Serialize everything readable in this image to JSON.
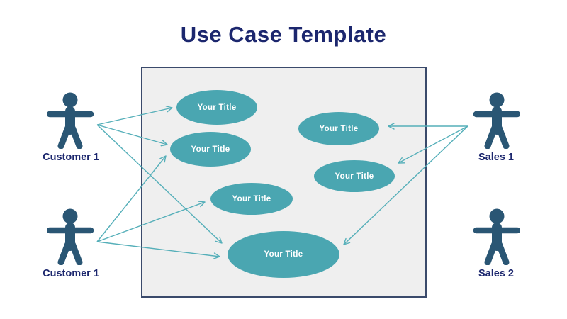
{
  "title": "Use Case Template",
  "colors": {
    "title_navy": "#1c276e",
    "actor_blue": "#2a5674",
    "usecase_teal": "#4aa6b1",
    "arrow_teal": "#55afb9",
    "boundary_border": "#3a4a6b",
    "boundary_fill": "#efefef"
  },
  "actors": [
    {
      "id": "customer-1-top",
      "label": "Customer 1",
      "side": "left"
    },
    {
      "id": "customer-1-bottom",
      "label": "Customer 1",
      "side": "left"
    },
    {
      "id": "sales-1",
      "label": "Sales 1",
      "side": "right"
    },
    {
      "id": "sales-2",
      "label": "Sales 2",
      "side": "right"
    }
  ],
  "use_cases": [
    {
      "id": "uc-1",
      "label": "Your Title"
    },
    {
      "id": "uc-2",
      "label": "Your Title"
    },
    {
      "id": "uc-3",
      "label": "Your Title"
    },
    {
      "id": "uc-4",
      "label": "Your Title"
    },
    {
      "id": "uc-5",
      "label": "Your Title"
    },
    {
      "id": "uc-6",
      "label": "Your Title"
    }
  ],
  "connections": [
    {
      "from": "customer-1-top",
      "to": "uc-1"
    },
    {
      "from": "customer-1-top",
      "to": "uc-2"
    },
    {
      "from": "customer-1-top",
      "to": "uc-6"
    },
    {
      "from": "customer-1-bottom",
      "to": "uc-2"
    },
    {
      "from": "customer-1-bottom",
      "to": "uc-5"
    },
    {
      "from": "customer-1-bottom",
      "to": "uc-6"
    },
    {
      "from": "sales-1",
      "to": "uc-3"
    },
    {
      "from": "sales-1",
      "to": "uc-4"
    },
    {
      "from": "sales-1",
      "to": "uc-6"
    }
  ]
}
